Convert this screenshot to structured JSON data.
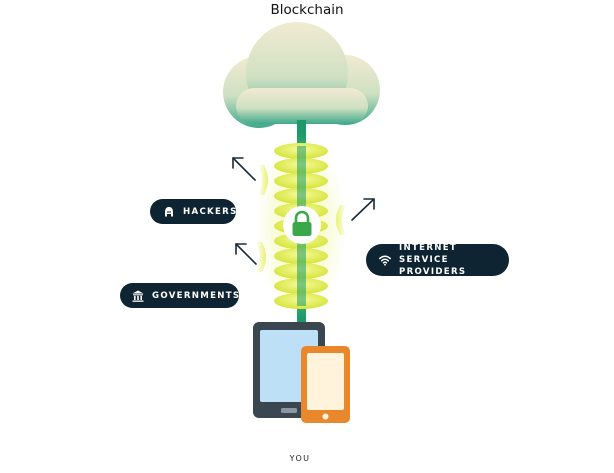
{
  "title": "Blockchain",
  "labels": {
    "hackers": "HACKERS",
    "governments": "GOVERNMENTS",
    "isp_line1": "INTERNET SERVICE",
    "isp_line2": "PROVIDERS",
    "you": "YOU"
  },
  "icons": {
    "hackers": "hacker-icon",
    "governments": "government-building-icon",
    "isp": "wifi-icon",
    "lock": "lock-icon"
  },
  "colors": {
    "pill_bg": "#0f2432",
    "cable": "#1e9a6a",
    "coil": "#e4ef4a",
    "lock": "#3aa84a",
    "tablet": "#3a4650",
    "tablet_screen": "#bde0f7",
    "phone": "#e8872c",
    "phone_screen": "#fff3dc"
  }
}
